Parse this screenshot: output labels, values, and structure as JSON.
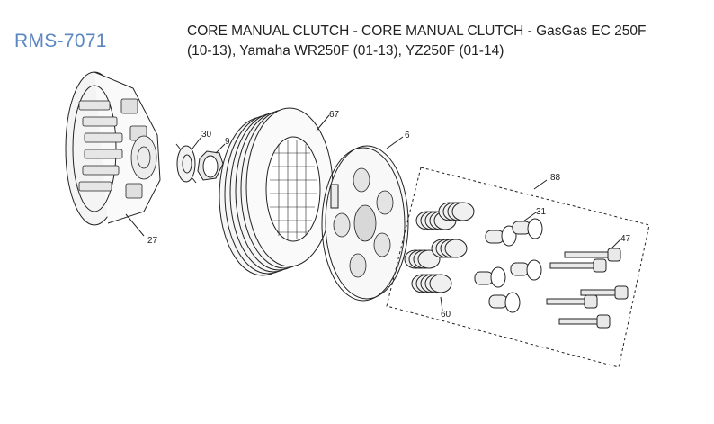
{
  "header": {
    "part_code": "RMS-7071",
    "title_line1": "CORE MANUAL CLUTCH - CORE MANUAL CLUTCH - GasGas EC 250F",
    "title_line2": "(10-13), Yamaha WR250F (01-13),  YZ250F (01-14)"
  },
  "callouts": {
    "c27": "27",
    "c30": "30",
    "c9": "9",
    "c67": "67",
    "c6": "6",
    "c88": "88",
    "c31": "31",
    "c47": "47",
    "c60": "60"
  },
  "colors": {
    "code": "#5b87c0",
    "line": "#222222"
  }
}
